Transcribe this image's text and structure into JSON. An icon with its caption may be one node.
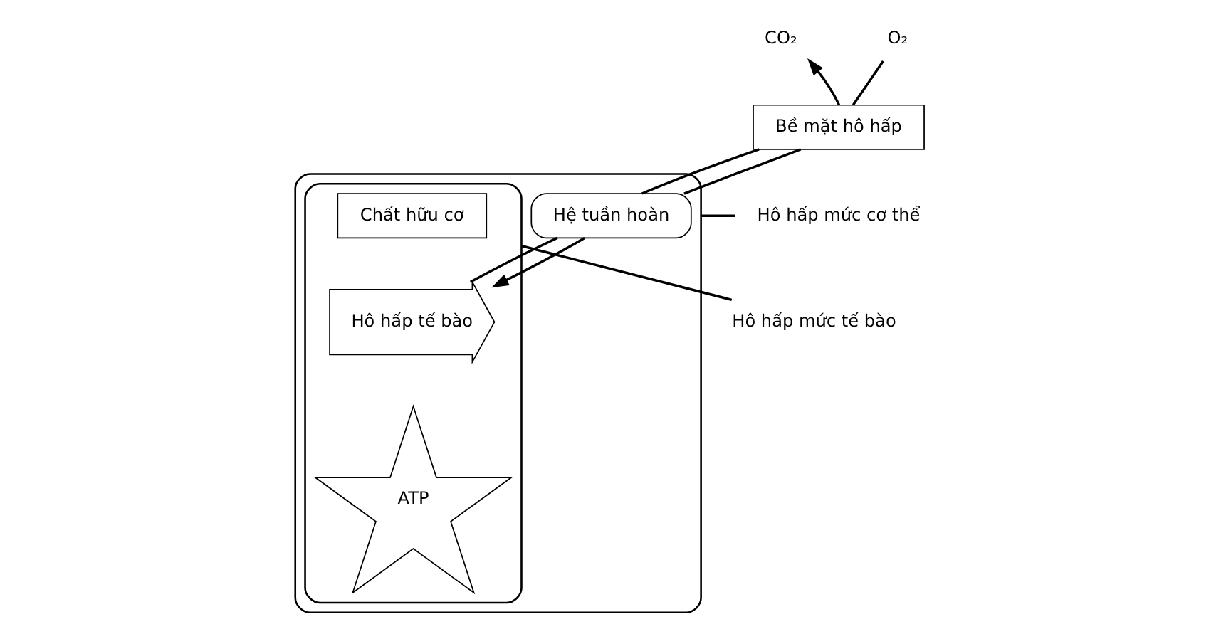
{
  "diagram": {
    "nodes": [
      {
        "text": [],
        "shape": "box"
      },
      {
        "text": [
          "Bề mặt hô hấp"
        ]
      },
      {
        "text": [
          "Hệ tuần hoàn"
        ],
        "in": 0
      },
      {
        "text": [],
        "shape": "box",
        "in": 0
      },
      {
        "text": [
          "Chất hữu cơ"
        ],
        "in": 3
      },
      {
        "text": [
          "Hô hấp tế bào"
        ],
        "in": 3
      },
      {
        "text": [
          "ATP"
        ],
        "in": 3
      },
      {
        "text": [
          "O₂"
        ]
      },
      {
        "text": [
          "CO₂"
        ]
      },
      {
        "text": [
          "Hô hấp mức cơ thể"
        ]
      },
      {
        "text": [
          "Hô hấp mức tế bào"
        ]
      }
    ],
    "edges": [
      {
        "from": 7,
        "to": 1,
        "arrow": "none"
      },
      {
        "from": 1,
        "to": 2,
        "arrow": "none"
      },
      {
        "from": 2,
        "to": 5,
        "arrow": "to"
      },
      {
        "from": 5,
        "to": 2,
        "arrow": "none"
      },
      {
        "from": 2,
        "to": 1,
        "arrow": "none"
      },
      {
        "from": 1,
        "to": 8,
        "arrow": "to"
      },
      {
        "from": 9,
        "to": 0,
        "arrow": "none"
      },
      {
        "from": 10,
        "to": 3,
        "arrow": "none"
      }
    ]
  }
}
